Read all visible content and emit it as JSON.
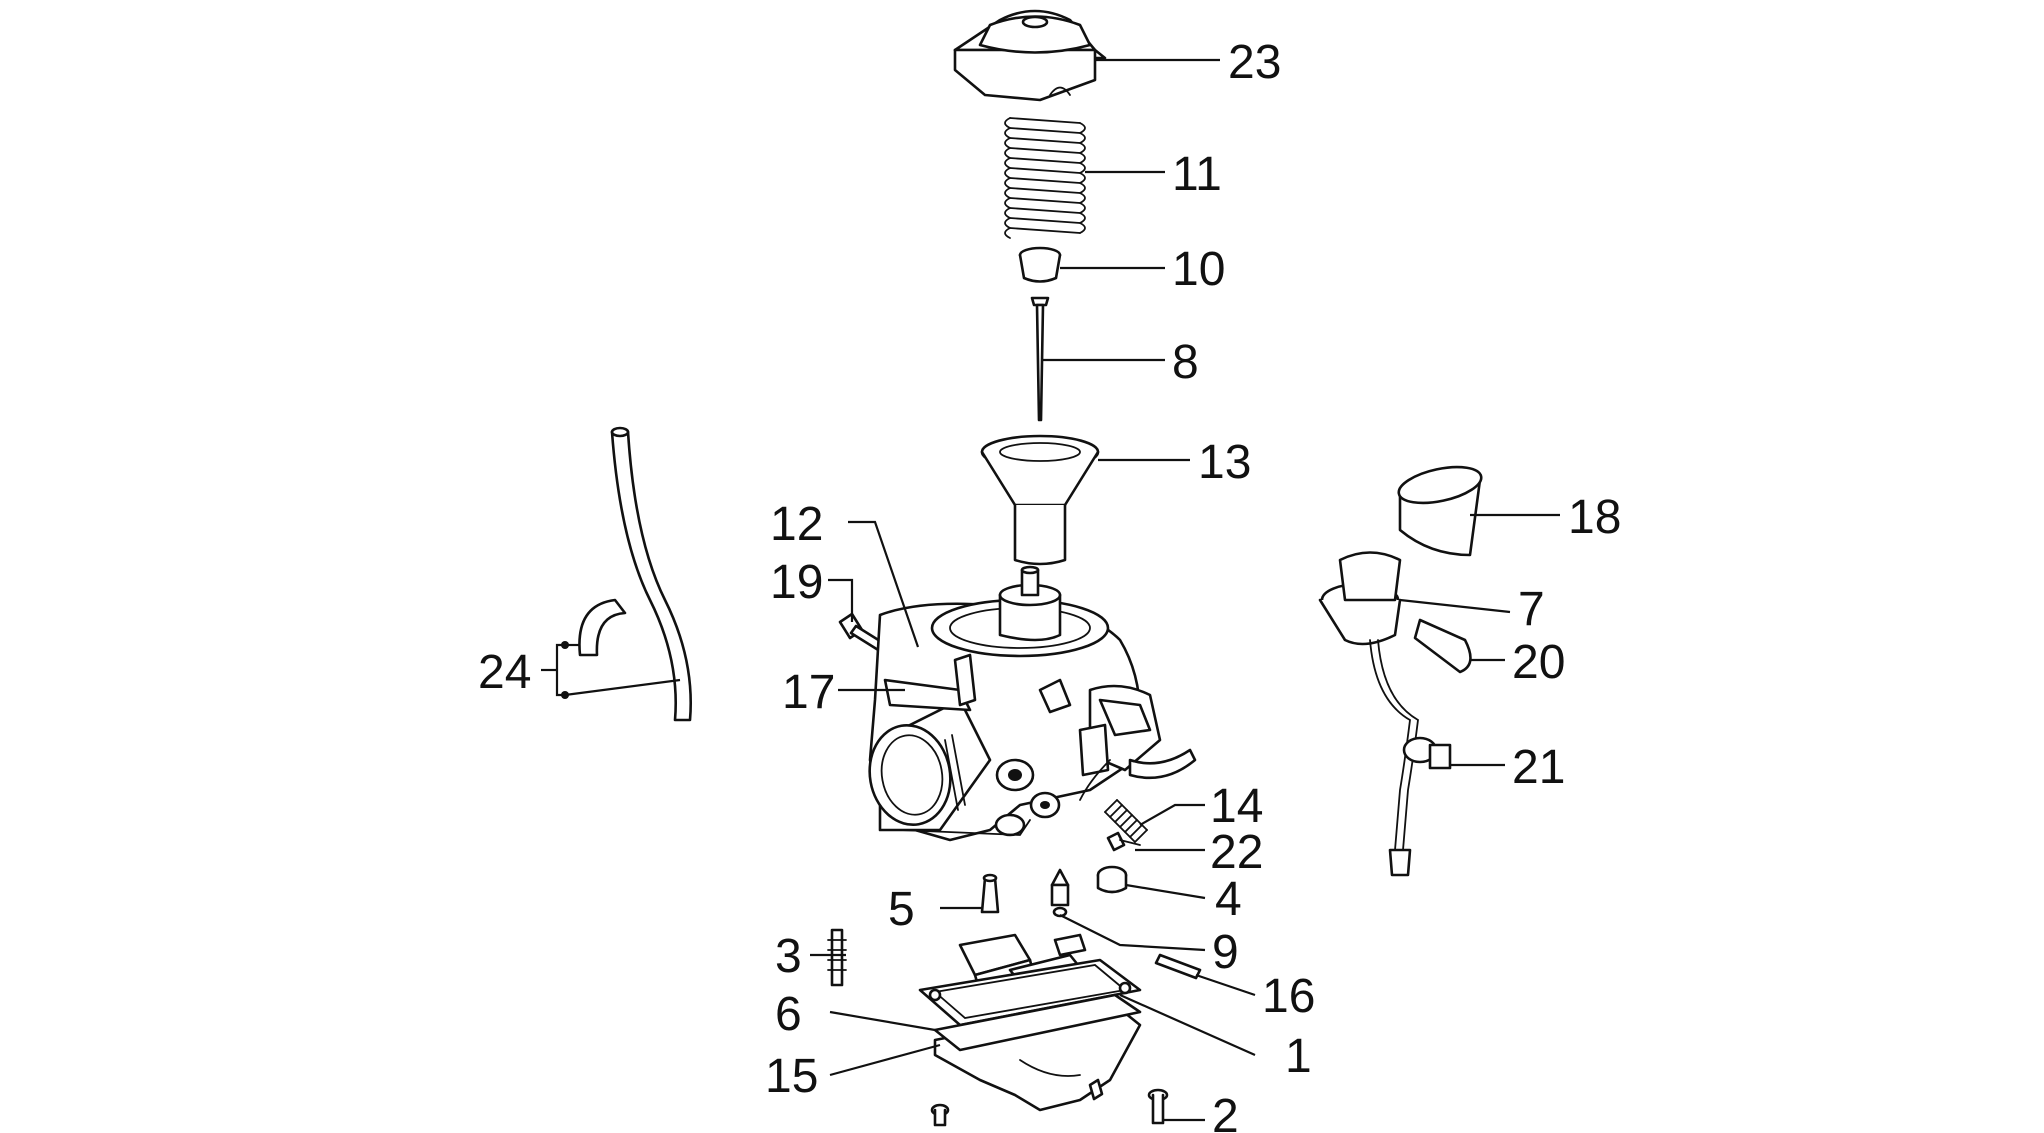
{
  "callouts": [
    {
      "key": "p23",
      "text": "23"
    },
    {
      "key": "p11",
      "text": "11"
    },
    {
      "key": "p10",
      "text": "10"
    },
    {
      "key": "p8",
      "text": "8"
    },
    {
      "key": "p13",
      "text": "13"
    },
    {
      "key": "p12",
      "text": "12"
    },
    {
      "key": "p19",
      "text": "19"
    },
    {
      "key": "p24",
      "text": "24"
    },
    {
      "key": "p17",
      "text": "17"
    },
    {
      "key": "p18",
      "text": "18"
    },
    {
      "key": "p7",
      "text": "7"
    },
    {
      "key": "p20",
      "text": "20"
    },
    {
      "key": "p21",
      "text": "21"
    },
    {
      "key": "p14",
      "text": "14"
    },
    {
      "key": "p22",
      "text": "22"
    },
    {
      "key": "p5",
      "text": "5"
    },
    {
      "key": "p4",
      "text": "4"
    },
    {
      "key": "p9",
      "text": "9"
    },
    {
      "key": "p3",
      "text": "3"
    },
    {
      "key": "p16",
      "text": "16"
    },
    {
      "key": "p6",
      "text": "6"
    },
    {
      "key": "p1",
      "text": "1"
    },
    {
      "key": "p15",
      "text": "15"
    },
    {
      "key": "p2",
      "text": "2"
    }
  ]
}
